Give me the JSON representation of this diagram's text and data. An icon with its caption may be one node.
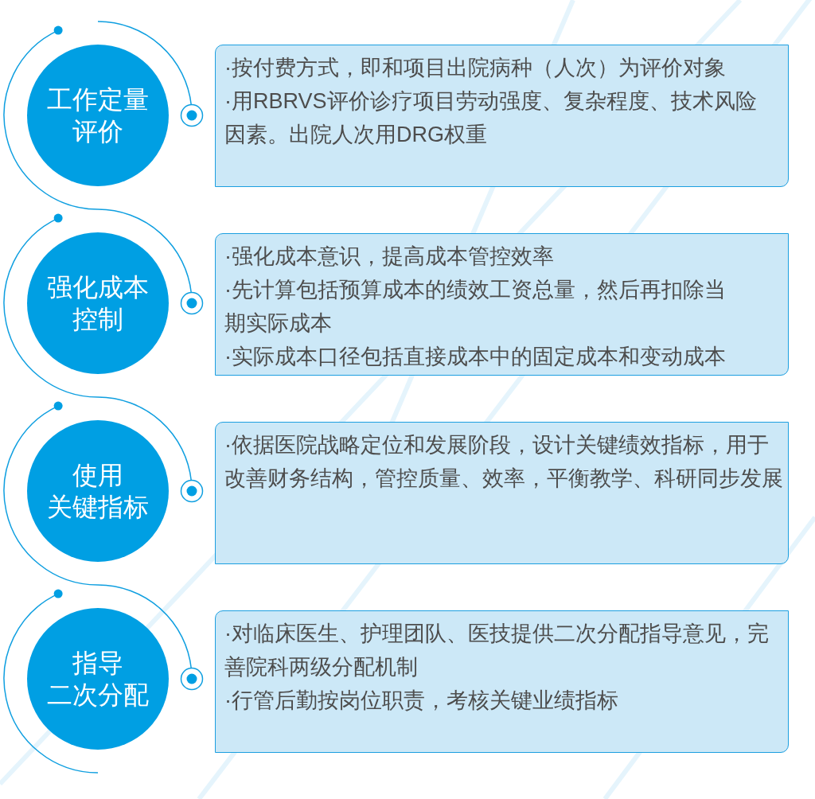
{
  "diagram": {
    "nodes": [
      {
        "text": [
          "工作定量评价"
        ]
      },
      {
        "text": [
          "·按付费方式，即和项目出院病种（人次）为评价对象",
          "·用RBRVS评价诊疗项目劳动强度、复杂程度、技术风险因素。出院人次用DRG权重"
        ]
      },
      {
        "text": [
          "强化成本控制"
        ]
      },
      {
        "text": [
          "·强化成本意识，提高成本管控效率",
          "·先计算包括预算成本的绩效工资总量，然后再扣除当期实际成本",
          "·实际成本口径包括直接成本中的固定成本和变动成本"
        ]
      },
      {
        "text": [
          "使用关键指标"
        ]
      },
      {
        "text": [
          "·依据医院战略定位和发展阶段，设计关键绩效指标，用于改善财务结构，管控质量、效率，平衡教学、科研同步发展"
        ]
      },
      {
        "text": [
          "指导二次分配"
        ]
      },
      {
        "text": [
          "·对临床医生、护理团队、医技提供二次分配指导意见，完善院科两级分配机制",
          "·行管后勤按岗位职责，考核关键业绩指标"
        ]
      }
    ]
  }
}
